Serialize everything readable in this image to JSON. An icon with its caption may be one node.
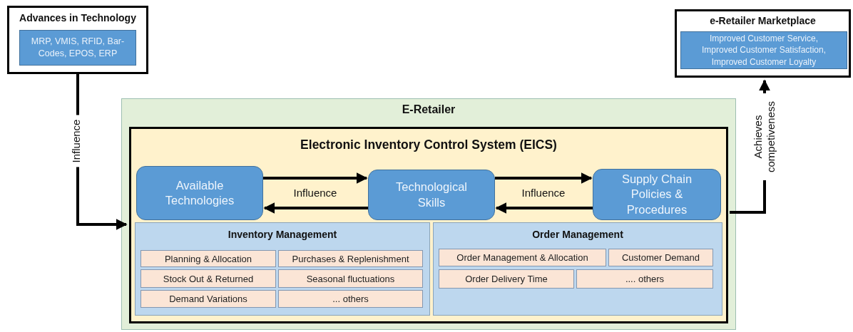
{
  "diagram": {
    "nodes": [
      {
        "text": [
          "Advances in Technology"
        ]
      },
      {
        "text": [
          "MRP, VMIS, RFID, Bar-Codes, EPOS, ERP"
        ],
        "in": 0
      },
      {
        "text": [
          "e-Retailer Marketplace"
        ]
      },
      {
        "text": [
          "Improved Customer Service, Improved Customer Satisfaction, Improved Customer Loyalty"
        ],
        "in": 2
      },
      {
        "text": [
          "E-Retailer"
        ]
      },
      {
        "text": [
          "Electronic Inventory Control System (EICS)"
        ],
        "in": 4
      },
      {
        "text": [
          "Available Technologies"
        ],
        "in": 5
      },
      {
        "text": [
          "Technological Skills"
        ],
        "in": 5
      },
      {
        "text": [
          "Supply Chain Policies & Procedures"
        ],
        "in": 5
      },
      {
        "text": [
          "Inventory Management"
        ],
        "in": 5
      },
      {
        "text": [
          "Planning & Allocation"
        ],
        "in": 9
      },
      {
        "text": [
          "Purchases & Replenishment"
        ],
        "in": 9
      },
      {
        "text": [
          "Stock Out & Returned"
        ],
        "in": 9
      },
      {
        "text": [
          "Seasonal fluctuations"
        ],
        "in": 9
      },
      {
        "text": [
          "Demand Variations"
        ],
        "in": 9
      },
      {
        "text": [
          "... others"
        ],
        "in": 9
      },
      {
        "text": [
          "Order Management"
        ],
        "in": 5
      },
      {
        "text": [
          "Order Management & Allocation"
        ],
        "in": 16
      },
      {
        "text": [
          "Customer Demand"
        ],
        "in": 16
      },
      {
        "text": [
          "Order Delivery Time"
        ],
        "in": 16
      },
      {
        "text": [
          ".... others"
        ],
        "in": 16
      }
    ],
    "edges": [
      {
        "from": 0,
        "to": 5,
        "arrow": "to",
        "label": "Influence"
      },
      {
        "from": 6,
        "to": 7,
        "arrow": "to",
        "label": "Influence"
      },
      {
        "from": 7,
        "to": 6,
        "arrow": "to"
      },
      {
        "from": 7,
        "to": 8,
        "arrow": "to",
        "label": "Influence"
      },
      {
        "from": 8,
        "to": 7,
        "arrow": "to"
      },
      {
        "from": 5,
        "to": 2,
        "arrow": "to",
        "label": "Achieves competiveness"
      }
    ]
  }
}
